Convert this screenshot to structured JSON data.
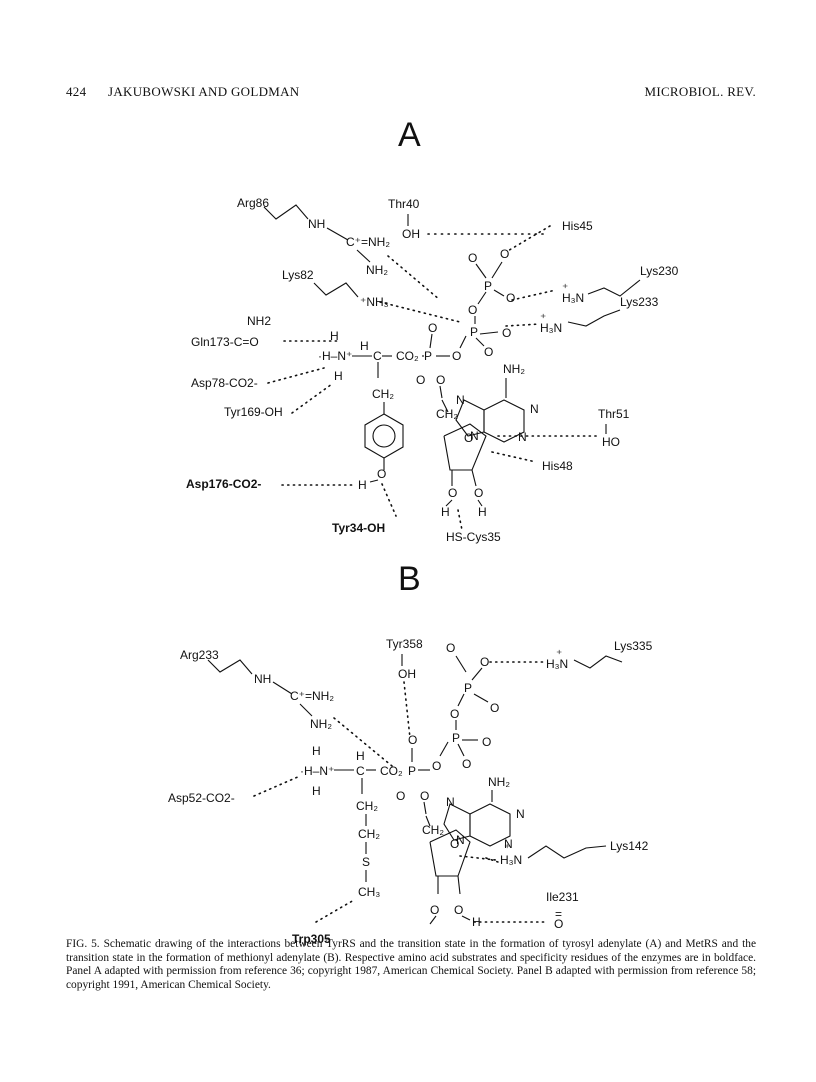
{
  "header": {
    "page_number": "424",
    "authors": "JAKUBOWSKI AND GOLDMAN",
    "journal": "MICROBIOL. REV."
  },
  "panels": {
    "a_label": "A",
    "b_label": "B"
  },
  "panel_a": {
    "arg": "Arg86",
    "thr40": "Thr40",
    "oh": "OH",
    "his45": "His45",
    "lys82": "Lys82",
    "lys230": "Lys230",
    "lys233": "Lys233",
    "gln": "Gln173-C=O",
    "nh2": "NH2",
    "asp78": "Asp78-CO2-",
    "tyr169": "Tyr169-OH",
    "thr51": "Thr51",
    "ho": "HO",
    "his48": "His48",
    "asp176": "Asp176-CO2-",
    "tyr34": "Tyr34-OH",
    "cys35": "HS-Cys35"
  },
  "panel_b": {
    "arg": "Arg233",
    "tyr358": "Tyr358",
    "oh": "OH",
    "lys335": "Lys335",
    "asp52": "Asp52-CO2-",
    "lys142": "Lys142",
    "ile231": "Ile231",
    "trp305": "Trp305"
  },
  "caption": {
    "label": "FIG. 5.",
    "text": "Schematic drawing of the interactions between TyrRS and the transition state in the formation of tyrosyl adenylate (A) and MetRS and the transition state in the formation of methionyl adenylate (B). Respective amino acid substrates and specificity residues of the enzymes are in boldface. Panel A adapted with permission from reference 36; copyright 1987, American Chemical Society. Panel B adapted with permission from reference 58; copyright 1991, American Chemical Society."
  }
}
